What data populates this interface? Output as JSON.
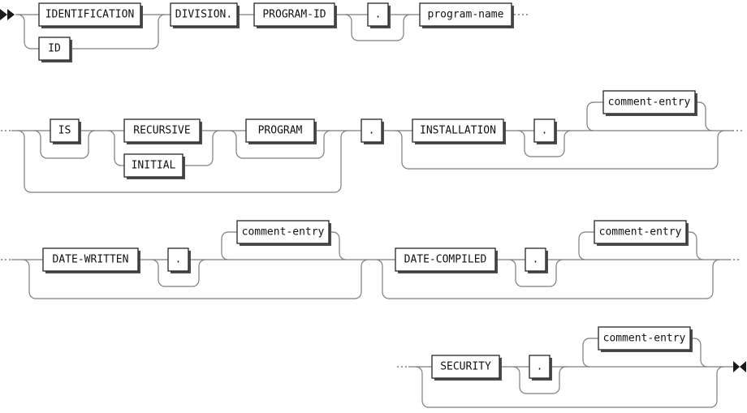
{
  "diagram_labels": {
    "identification": "IDENTIFICATION",
    "id_abbrev": "ID",
    "division": "DIVISION.",
    "program_id": "PROGRAM-ID",
    "period": ".",
    "program_name": "program-name",
    "is_keyword": "IS",
    "recursive": "RECURSIVE",
    "initial": "INITIAL",
    "program": "PROGRAM",
    "installation": "INSTALLATION",
    "comment_entry": "comment-entry",
    "date_written": "DATE-WRITTEN",
    "date_compiled": "DATE-COMPILED",
    "security": "SECURITY"
  },
  "icons": {
    "start_marker": "railroad-start-double-arrow",
    "end_marker": "railroad-end-facing-arrows",
    "continuation": "dotted-line-continuation"
  },
  "colors": {
    "background": "#ffffff",
    "line": "#7d7d7d",
    "box_border": "#262626",
    "box_fill": "#ffffff",
    "box_shadow": "#4d4d4d",
    "text": "#111111",
    "marker": "#1a1a1a"
  }
}
